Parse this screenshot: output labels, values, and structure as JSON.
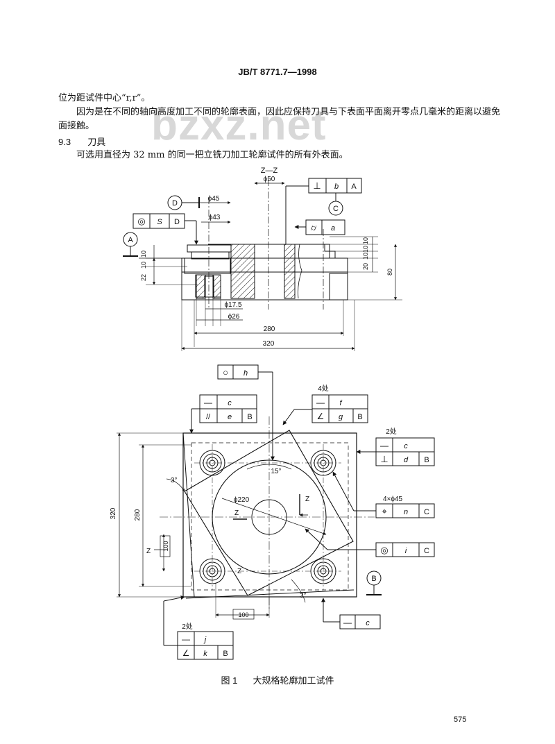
{
  "header": {
    "code": "JB/T 8771.7—1998"
  },
  "watermark": "bzxz.net",
  "body": {
    "p1": "位为距试件中心“r,r”。",
    "p2": "因为是在不同的轴向高度加工不同的轮廓表面，因此应保持刀具与下表面平面离开零点几毫米的距离以避免面接触。",
    "section_number": "9.3",
    "section_title": "刀具",
    "p3": "可选用直径为 32 mm 的同一把立铣刀加工轮廓试件的所有外表面。"
  },
  "section_view": {
    "label": "Z—Z",
    "dims": {
      "d50": "ϕ50",
      "d45": "ϕ45",
      "d43": "ϕ43",
      "d17_5": "ϕ17.5",
      "d26": "ϕ26",
      "w280": "280",
      "w320": "320",
      "v10a": "10",
      "v10b": "10",
      "v22": "22",
      "r10a": "10",
      "r10b": "10",
      "r10c": "10",
      "r20": "20",
      "r80": "80"
    },
    "datums": {
      "a": "A",
      "c": "C",
      "d": "D"
    },
    "frame_perp": {
      "symbol": "⊥",
      "tol": "b",
      "datum": "A"
    },
    "frame_conc": {
      "symbol": "◎",
      "tol": "S",
      "datum": "D"
    },
    "frame_profile": {
      "symbol": "⌭",
      "tol": "a"
    }
  },
  "plan_view": {
    "frame_round": {
      "symbol": "○",
      "tol": "h"
    },
    "frame_left": {
      "row1_symbol": "—",
      "row1_tol": "c",
      "row2_symbol": "//",
      "row2_tol": "e",
      "row2_datum": "B"
    },
    "frame_4chu": {
      "note": "4处",
      "row1_symbol": "—",
      "row1_tol": "f",
      "row2_symbol": "∠",
      "row2_tol": "g",
      "row2_datum": "B"
    },
    "frame_2chu_right": {
      "note": "2处",
      "row1_symbol": "—",
      "row1_tol": "c",
      "row2_symbol": "⊥",
      "row2_tol": "d",
      "row2_datum": "B"
    },
    "frame_pos": {
      "note": "4×ϕ45",
      "symbol": "⌖",
      "tol": "n",
      "datum": "C"
    },
    "frame_conc2": {
      "symbol": "◎",
      "tol": "i",
      "datum": "C"
    },
    "frame_bottom_right": {
      "symbol": "—",
      "tol": "c"
    },
    "frame_2chu_left": {
      "note": "2处",
      "row1_symbol": "—",
      "row1_tol": "j",
      "row2_symbol": "∠",
      "row2_tol": "k",
      "row2_datum": "B"
    },
    "datum_b": "B",
    "dims": {
      "d320": "320",
      "d280": "280",
      "d100v": "100",
      "d100h": "100",
      "phi220": "ϕ220",
      "ang15": "15°",
      "ang3a": "3°",
      "ang3b": "3°",
      "z1": "Z",
      "z2": "Z",
      "z3": "Z",
      "z4": "Z"
    }
  },
  "caption": {
    "figure": "图 1",
    "title": "大规格轮廓加工试件"
  },
  "page_number": "575"
}
